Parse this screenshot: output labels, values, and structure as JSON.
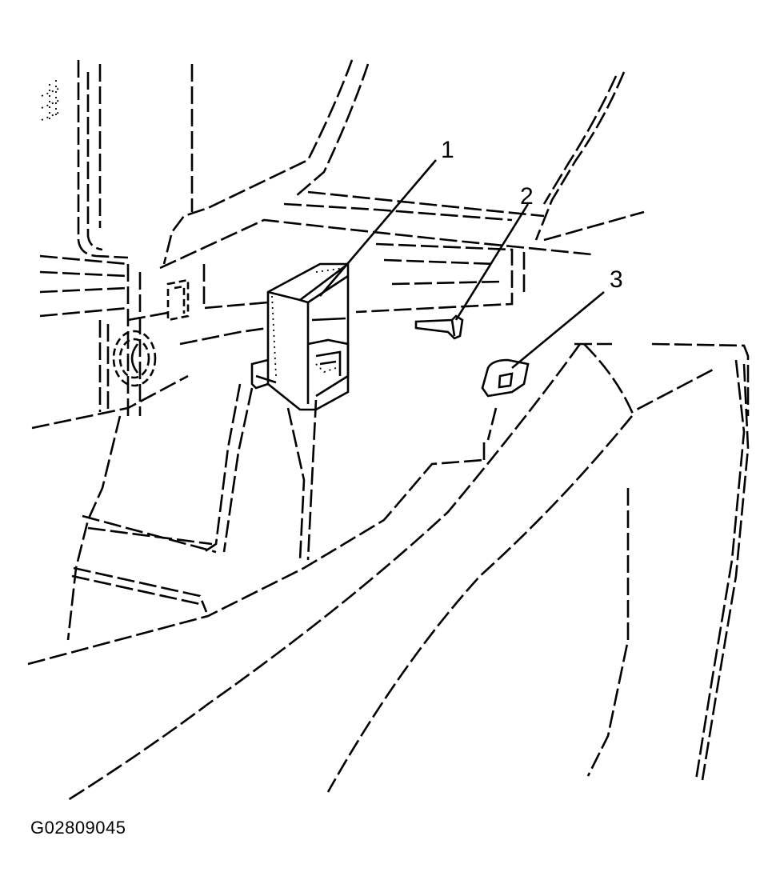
{
  "callouts": [
    {
      "id": "1",
      "label": "1"
    },
    {
      "id": "2",
      "label": "2"
    },
    {
      "id": "3",
      "label": "3"
    }
  ],
  "figure_id": "G02809045"
}
